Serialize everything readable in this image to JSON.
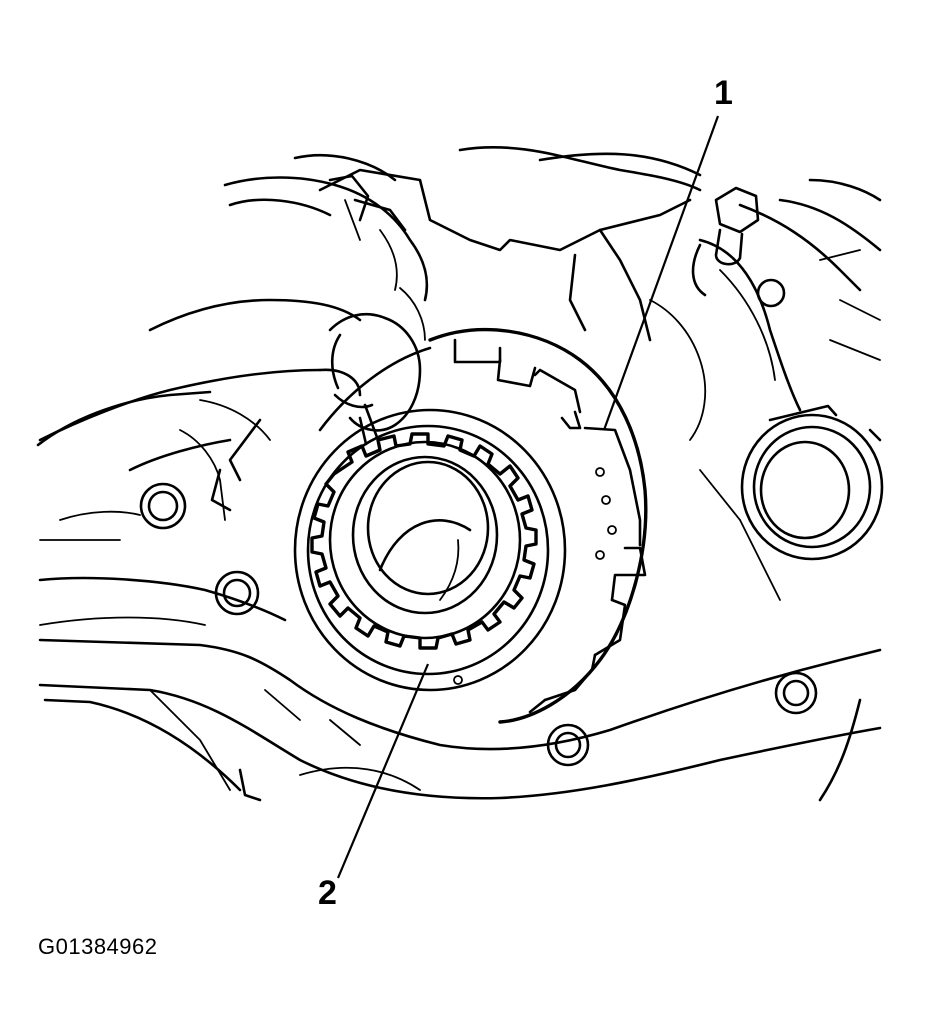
{
  "callouts": [
    {
      "label": "1"
    },
    {
      "label": "2"
    }
  ],
  "figure_id": "G01384962"
}
